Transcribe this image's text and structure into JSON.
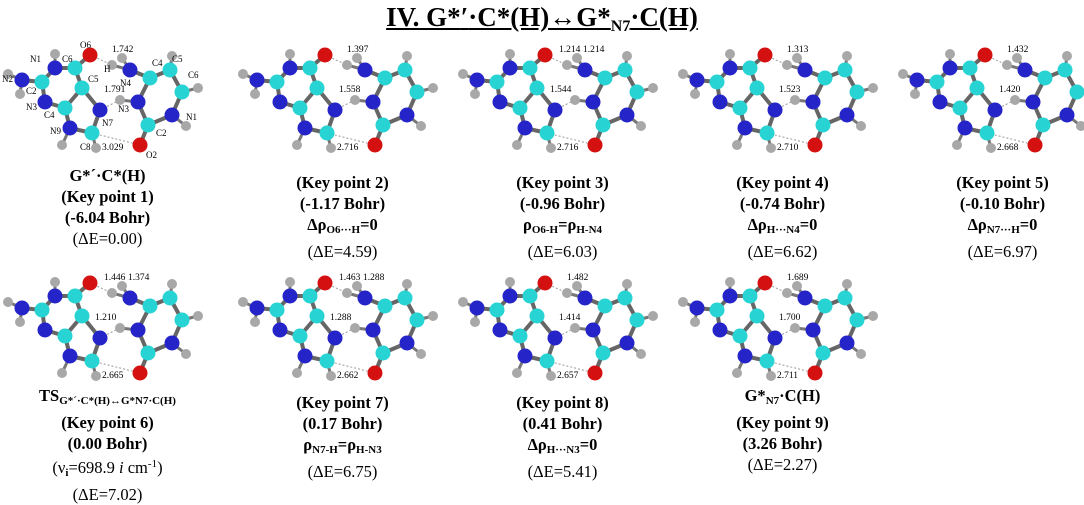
{
  "title": {
    "prefix": "IV. G*",
    "mid": "·C*(H)↔G*",
    "sub": "N7",
    "suffix": "·C(H)"
  },
  "colors": {
    "carbon": "#27d3d3",
    "nitrogen": "#2424c8",
    "oxygen": "#d41010",
    "hydrogen": "#a8a8a8"
  },
  "panels": [
    {
      "id": 1,
      "distances": [
        "1.742",
        "1.791",
        "3.029"
      ],
      "atom_labels": [
        "N2",
        "N1",
        "C6",
        "O6",
        "C2",
        "C5",
        "N3",
        "C4",
        "N9",
        "N7",
        "C8",
        "H",
        "N4",
        "C4",
        "C5",
        "C6",
        "N3",
        "N1",
        "C2",
        "O2"
      ],
      "lines": [
        "G*´·C*(H)",
        "(Key point 1)",
        "(-6.04 Bohr)",
        "(ΔE=0.00)"
      ]
    },
    {
      "id": 2,
      "distances": [
        "1.397",
        "1.558",
        "2.716"
      ],
      "lines": [
        "(Key point 2)",
        "(-1.17 Bohr)",
        "ΔρO6···H=0",
        "(ΔE=4.59)"
      ]
    },
    {
      "id": 3,
      "distances": [
        "1.214",
        "1.214",
        "1.544",
        "2.716"
      ],
      "lines": [
        "(Key point 3)",
        "(-0.96 Bohr)",
        "ρO6-H=ρH-N4",
        "(ΔE=6.03)"
      ]
    },
    {
      "id": 4,
      "distances": [
        "1.313",
        "1.523",
        "2.710"
      ],
      "lines": [
        "(Key point 4)",
        "(-0.74 Bohr)",
        "ΔρH···N4=0",
        "(ΔE=6.62)"
      ]
    },
    {
      "id": 5,
      "distances": [
        "1.432",
        "1.420",
        "2.668"
      ],
      "lines": [
        "(Key point 5)",
        "(-0.10 Bohr)",
        "ΔρN7···H=0",
        "(ΔE=6.97)"
      ]
    },
    {
      "id": 6,
      "distances": [
        "1.446",
        "1.374",
        "1.210",
        "2.665"
      ],
      "lines": [
        "TSG*´·C*(H)↔G*N7·C(H)",
        "(Key point 6)",
        "(0.00 Bohr)",
        "(νi=698.9 i cm-1)",
        "(ΔE=7.02)"
      ]
    },
    {
      "id": 7,
      "distances": [
        "1.463",
        "1.288",
        "1.288",
        "2.662"
      ],
      "lines": [
        "(Key point 7)",
        "(0.17 Bohr)",
        "ρN7-H=ρH-N3",
        "(ΔE=6.75)"
      ]
    },
    {
      "id": 8,
      "distances": [
        "1.482",
        "1.414",
        "2.657"
      ],
      "lines": [
        "(Key point 8)",
        "(0.41 Bohr)",
        "ΔρH···N3=0",
        "(ΔE=5.41)"
      ]
    },
    {
      "id": 9,
      "distances": [
        "1.689",
        "1.700",
        "2.711"
      ],
      "lines": [
        "G*N7·C(H)",
        "(Key point 9)",
        "(3.26 Bohr)",
        "(ΔE=2.27)"
      ]
    }
  ]
}
